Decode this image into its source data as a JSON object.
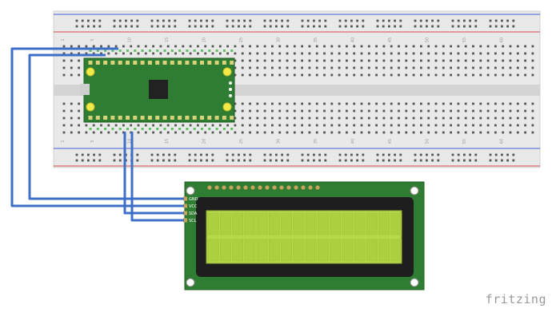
{
  "app": {
    "watermark": "fritzing"
  },
  "breadboard": {
    "column_labels": [
      "1",
      "5",
      "10",
      "15",
      "20",
      "25",
      "30",
      "35",
      "40",
      "45",
      "50",
      "55",
      "60"
    ]
  },
  "lcd": {
    "pins": [
      "GND",
      "VCC",
      "SDA",
      "SCL"
    ],
    "screen": {
      "rows": 2,
      "columns": 16
    }
  },
  "colors": {
    "breadboard_body": "#e9e9e9",
    "rail_red": "#d84a4a",
    "rail_blue": "#4a5fd8",
    "pcb_green": "#2e7d32",
    "lcd_screen": "#b6d84a",
    "wire_blue": "#3e6fc8"
  }
}
